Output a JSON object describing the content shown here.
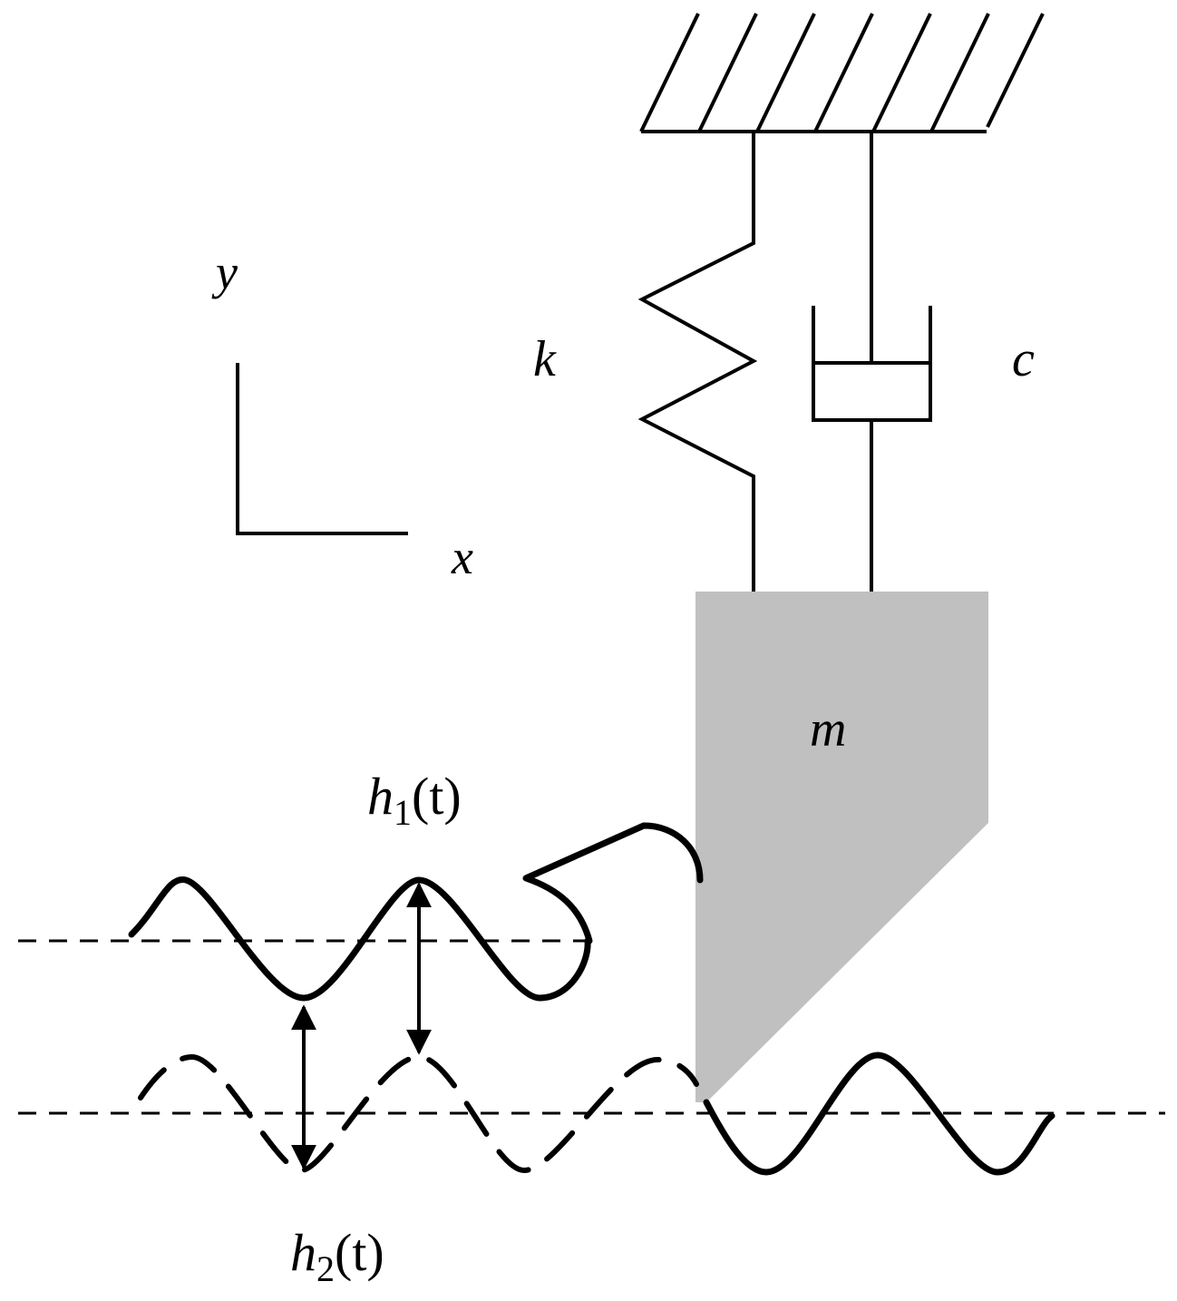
{
  "labels": {
    "y_axis": "y",
    "x_axis": "x",
    "spring": "k",
    "damper": "c",
    "mass": "m",
    "h1_main": "h",
    "h1_sub": "1",
    "h1_paren": "(t)",
    "h2_main": "h",
    "h2_sub": "2",
    "h2_paren": "(t)"
  },
  "colors": {
    "stroke": "#000000",
    "mass_fill": "#c0c0c0",
    "background": "#ffffff"
  }
}
